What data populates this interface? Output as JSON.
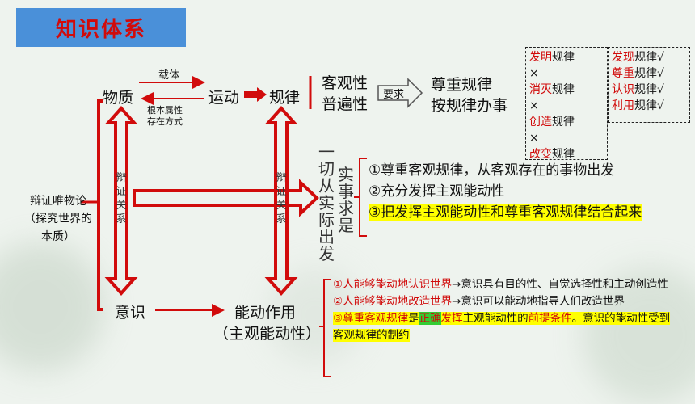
{
  "title": "知识体系",
  "nodes": {
    "matter": "物质",
    "motion": "运动",
    "law": "规律",
    "objective": "客观性",
    "universal": "普遍性",
    "requires": "要求",
    "respect": "尊重规律",
    "act": "按规律办事",
    "consciousness": "意识",
    "agency": "能动作用",
    "agency_sub": "（主观能动性）",
    "dialectic_line1": "辩证唯物论",
    "dialectic_line2": "（探究世界的",
    "dialectic_line3": "本质）"
  },
  "labels": {
    "carrier": "载体",
    "attribute1": "根本属性",
    "attribute2": "存在方式",
    "relation_left": "辩证关系",
    "relation_mid": "辩证关系",
    "proceed": "一切从实际出发",
    "seek": "实事求是"
  },
  "rule_box_left": [
    {
      "verb": "发明",
      "noun": "规律"
    },
    {
      "verb": "",
      "noun": "×"
    },
    {
      "verb": "消灭",
      "noun": "规律"
    },
    {
      "verb": "",
      "noun": "×"
    },
    {
      "verb": "创造",
      "noun": "规律"
    },
    {
      "verb": "",
      "noun": "×"
    },
    {
      "verb": "改变",
      "noun": "规律"
    }
  ],
  "rule_box_right": [
    {
      "verb": "发现",
      "noun": "规律√"
    },
    {
      "verb": "尊重",
      "noun": "规律√"
    },
    {
      "verb": "认识",
      "noun": "规律√"
    },
    {
      "verb": "利用",
      "noun": "规律√"
    }
  ],
  "practice": {
    "p1": "①尊重客观规律，从客观存在的事物出发",
    "p2": "②充分发挥主观能动性",
    "p3": "③把发挥主观能动性和尊重客观规律结合起来"
  },
  "conscious_points": {
    "c1_red": "①人能够能动地认识世界",
    "c1_rest": "→意识具有目的性、自觉选择性和主动创造性",
    "c2_red": "②人能够能动地改造世界",
    "c2_rest": "→意识可以能动地指导人们改造世界",
    "c3_a": "③尊重客观规律",
    "c3_b": "是",
    "c3_c": "正确",
    "c3_d": "发挥",
    "c3_e": "主观能动性的",
    "c3_f": "前提条件",
    "c3_g": "。意识的能动性受到客观规律的制约"
  },
  "colors": {
    "title_bg": "#4a90d9",
    "accent_red": "#d10b0b",
    "highlight_yellow": "#ffff00",
    "highlight_green": "#33cc33"
  }
}
